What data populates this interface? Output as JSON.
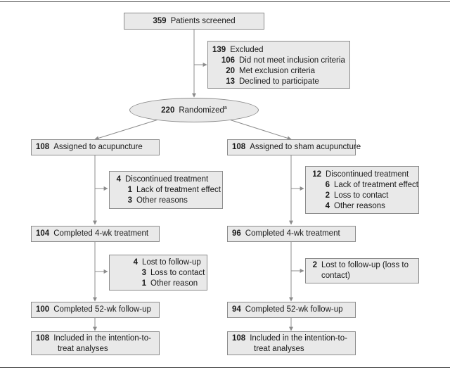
{
  "screened": {
    "num": "359",
    "text": "Patients screened"
  },
  "excluded": {
    "header": {
      "num": "139",
      "text": "Excluded"
    },
    "items": [
      {
        "num": "106",
        "text": "Did not meet inclusion criteria"
      },
      {
        "num": "20",
        "text": "Met exclusion criteria"
      },
      {
        "num": "13",
        "text": "Declined to participate"
      }
    ]
  },
  "randomized": {
    "num": "220",
    "text": "Randomized",
    "sup": "a"
  },
  "left": {
    "assigned": {
      "num": "108",
      "text": "Assigned to acupuncture"
    },
    "discontinued": {
      "header": {
        "num": "4",
        "text": "Discontinued treatment"
      },
      "items": [
        {
          "num": "1",
          "text": "Lack of treatment effect"
        },
        {
          "num": "3",
          "text": "Other reasons"
        }
      ]
    },
    "completed_4wk": {
      "num": "104",
      "text": "Completed 4-wk treatment"
    },
    "lost": {
      "header": {
        "num": "4",
        "text": "Lost to follow-up"
      },
      "items": [
        {
          "num": "3",
          "text": "Loss to contact"
        },
        {
          "num": "1",
          "text": "Other reason"
        }
      ]
    },
    "completed_52wk": {
      "num": "100",
      "text": "Completed 52-wk follow-up"
    },
    "itt": {
      "num": "108",
      "text_line1": "Included in the intention-to-",
      "text_line2": "treat analyses"
    }
  },
  "right": {
    "assigned": {
      "num": "108",
      "text": "Assigned to sham acupuncture"
    },
    "discontinued": {
      "header": {
        "num": "12",
        "text": "Discontinued treatment"
      },
      "items": [
        {
          "num": "6",
          "text": "Lack of treatment effect"
        },
        {
          "num": "2",
          "text": "Loss to contact"
        },
        {
          "num": "4",
          "text": "Other reasons"
        }
      ]
    },
    "completed_4wk": {
      "num": "96",
      "text": "Completed 4-wk treatment"
    },
    "lost": {
      "num": "2",
      "text_line1": "Lost to follow-up (loss to",
      "text_line2": "contact)"
    },
    "completed_52wk": {
      "num": "94",
      "text": "Completed 52-wk follow-up"
    },
    "itt": {
      "num": "108",
      "text_line1": "Included in the intention-to-",
      "text_line2": "treat analyses"
    }
  },
  "colors": {
    "box_fill": "#e9e9e9",
    "box_border": "#8c8c8c",
    "connector": "#8c8c8c"
  }
}
